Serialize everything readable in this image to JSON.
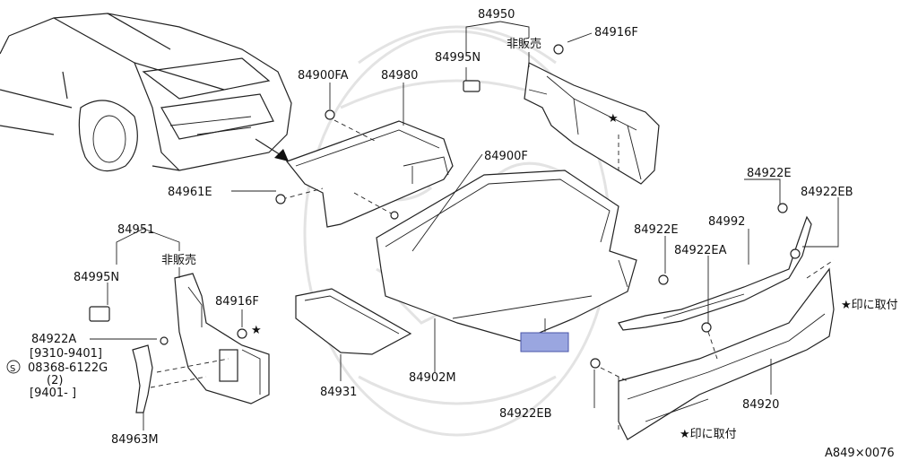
{
  "diagram_id": "A849×0076",
  "labels": {
    "p84950": "84950",
    "p84916F_top": "84916F",
    "p84995N_top": "84995N",
    "hihanbai_top": "非販売",
    "p84900FA": "84900FA",
    "p84980": "84980",
    "p84900F": "84900F",
    "p84961E": "84961E",
    "p84922E_right": "84922E",
    "p84922EB_right": "84922EB",
    "p84922E_mid": "84922E",
    "p84992": "84992",
    "p84922EA": "84922EA",
    "p84951": "84951",
    "hihanbai_left": "非販売",
    "p84995N_left": "84995N",
    "p84916F_left": "84916F",
    "p84922A": "84922A",
    "range_9310": "[9310-9401]",
    "bolt_code": "08368-6122G",
    "bolt_qty": "(2)",
    "range_9401": "[9401-     ]",
    "p84963M": "84963M",
    "p84931": "84931",
    "p84902M": "84902M",
    "p84922EB_bottom": "84922EB",
    "p84920": "84920",
    "star_note_right": "★印に取付",
    "star_note_bottom": "★印に取付",
    "star": "★",
    "circled_s": "S"
  }
}
